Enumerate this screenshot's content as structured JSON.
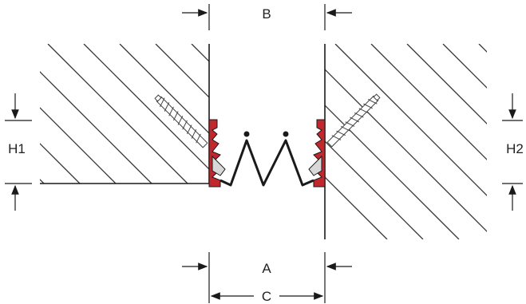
{
  "labels": {
    "B": "B",
    "A": "A",
    "C": "C",
    "H1": "H1",
    "H2": "H2"
  },
  "colors": {
    "line": "#1a1a1a",
    "hatch": "#333333",
    "profile": "#c0282d",
    "background": "#ffffff"
  },
  "components": {
    "left_substrate": "hatched-concrete-left",
    "right_substrate": "hatched-concrete-right",
    "seal": "folded-bellows-seal",
    "anchors": "screw-anchor-icon",
    "profiles": "red-edge-profile"
  }
}
